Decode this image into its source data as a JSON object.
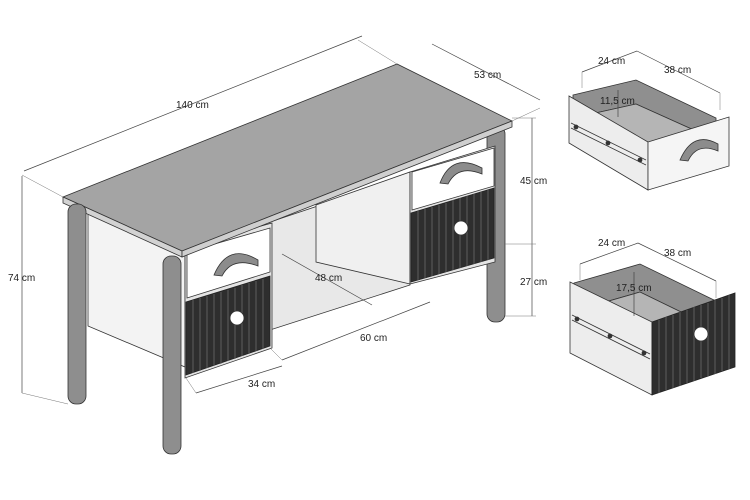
{
  "desk": {
    "width_label": "140 cm",
    "depth_label": "53 cm",
    "height_label": "74 cm",
    "upper_cabinet_label": "45 cm",
    "lower_cabinet_label": "27 cm",
    "knee_depth_label": "48 cm",
    "knee_width_label": "60 cm",
    "cabinet_width_label": "34 cm"
  },
  "small_drawer": {
    "width_label": "24 cm",
    "depth_label": "38 cm",
    "height_label": "11,5 cm"
  },
  "large_drawer": {
    "width_label": "24 cm",
    "depth_label": "38 cm",
    "height_label": "17,5 cm"
  },
  "colors": {
    "top": "#a4a4a4",
    "top_edge": "#cfcfcf",
    "panel_light": "#f1f1f1",
    "panel_shade": "#d9d9d9",
    "inner_dark": "#8c8c8c",
    "front_dark": "#2e2e2e",
    "front_groove": "#6b6b6b",
    "leg": "#8e8e8e",
    "outline": "#333333"
  }
}
